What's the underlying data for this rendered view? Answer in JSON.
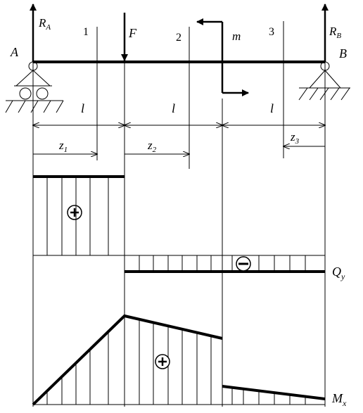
{
  "labels": {
    "support_a": "A",
    "support_b": "B",
    "reaction_a_main": "R",
    "reaction_a_sub": "A",
    "reaction_b_main": "R",
    "reaction_b_sub": "B",
    "force": "F",
    "moment": "m",
    "section_1": "1",
    "section_2": "2",
    "section_3": "3",
    "span_1": "l",
    "span_2": "l",
    "span_3": "l",
    "z1_main": "z",
    "z1_sub": "1",
    "z2_main": "z",
    "z2_sub": "2",
    "z3_main": "z",
    "z3_sub": "3",
    "shear_main": "Q",
    "shear_sub": "y",
    "moment_main": "M",
    "moment_sub": "x"
  },
  "signs": {
    "shear_first": "plus",
    "shear_rest": "minus",
    "moment": "plus"
  }
}
